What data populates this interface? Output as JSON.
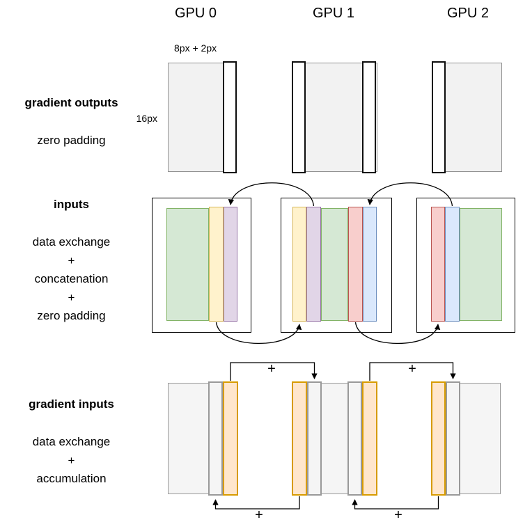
{
  "gpu_headers": [
    "GPU 0",
    "GPU 1",
    "GPU 2"
  ],
  "rows": {
    "row1": {
      "title": "gradient outputs",
      "lines": [
        "zero padding"
      ]
    },
    "row2": {
      "title": "inputs",
      "lines": [
        "data exchange",
        "+",
        "concatenation",
        "+",
        "zero padding"
      ]
    },
    "row3": {
      "title": "gradient inputs",
      "lines": [
        "data exchange",
        "+",
        "accumulation"
      ]
    }
  },
  "dimensions": {
    "width_label": "8px + 2px",
    "height_label": "16px"
  },
  "operators": {
    "plus": "+"
  },
  "composition": {
    "row2_segments": {
      "gpu0": [
        "green",
        "yellow",
        "purple"
      ],
      "gpu1": [
        "yellow",
        "purple",
        "green",
        "red",
        "blue"
      ],
      "gpu2": [
        "red",
        "blue",
        "green"
      ]
    },
    "row3_segments": {
      "gpu0": [
        "gray-box",
        "gray-stripe",
        "orange-halo"
      ],
      "gpu1": [
        "orange-halo",
        "gray-stripe",
        "gray-box",
        "gray-stripe",
        "orange-halo"
      ],
      "gpu2": [
        "orange-halo",
        "gray-stripe",
        "gray-box"
      ]
    }
  },
  "colors": {
    "box_gray_fill": "#f2f2f2",
    "box_gray_stroke": "#919191",
    "pad_white_fill": "#ffffff",
    "pad_black_stroke": "#0d0d0d",
    "outline_stroke": "#000000",
    "green_fill": "#d5e8d4",
    "green_stroke": "#82b366",
    "yellow_fill": "#fff2cc",
    "yellow_stroke": "#d6b656",
    "purple_fill": "#e1d5e7",
    "purple_stroke": "#9673a6",
    "red_fill": "#f8cecc",
    "red_stroke": "#b85450",
    "blue_fill": "#dae8fc",
    "blue_stroke": "#6c8ebf",
    "orange_fill": "#ffe6cc",
    "orange_stroke": "#d79b00",
    "gray3_fill": "#f5f5f5",
    "gray3_stroke": "#999999",
    "arrow_color": "#000000"
  }
}
